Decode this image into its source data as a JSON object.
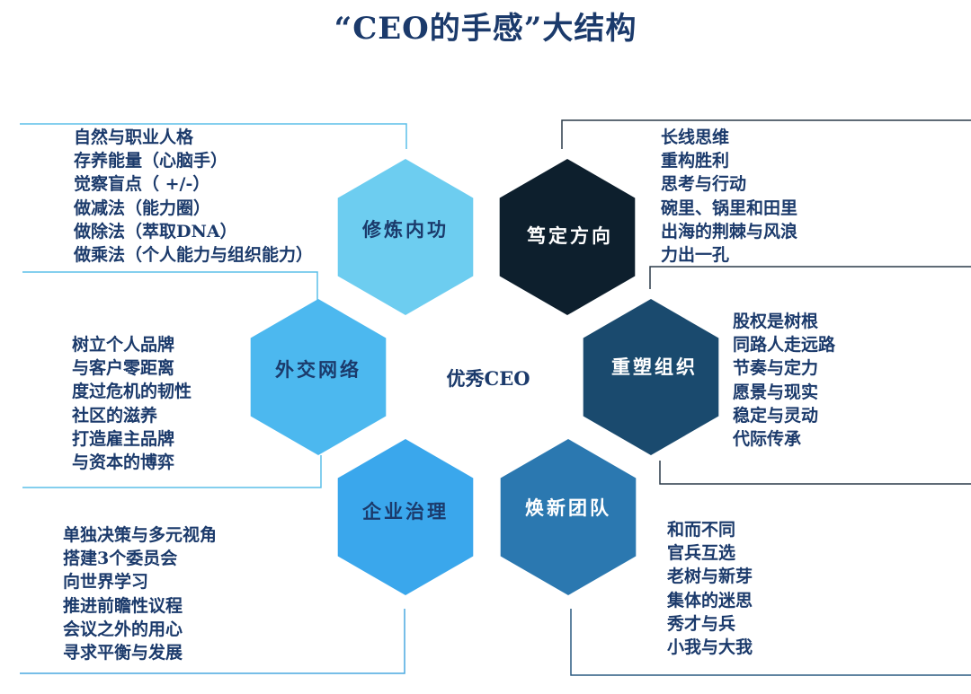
{
  "title": "“CEO的手感”大结构",
  "center_label": "优秀CEO",
  "colors": {
    "text": "#1b3a6b",
    "line_light": "#5bbfe8",
    "line_dark": "#2a3a48"
  },
  "pillars": [
    {
      "label": "修炼内功",
      "color": "#6dcdf0",
      "items": [
        "自然与职业人格",
        "存养能量（心脑手）",
        "觉察盲点（ +/-）",
        "做减法（能力圈）",
        "做除法（萃取DNA）",
        "做乘法（个人能力与组织能力）"
      ]
    },
    {
      "label": "笃定方向",
      "color": "#0d1f2d",
      "items": [
        "长线思维",
        "重构胜利",
        "思考与行动",
        "碗里、锅里和田里",
        "出海的荆棘与风浪",
        "力出一孔"
      ]
    },
    {
      "label": "外交网络",
      "color": "#4cb8ef",
      "items": [
        "树立个人品牌",
        "与客户零距离",
        "度过危机的韧性",
        "社区的滋养",
        "打造雇主品牌",
        "与资本的博弈"
      ]
    },
    {
      "label": "重塑组织",
      "color": "#1a4a6e",
      "items": [
        "股权是树根",
        "同路人走远路",
        "节奏与定力",
        "愿景与现实",
        "稳定与灵动",
        "代际传承"
      ]
    },
    {
      "label": "企业治理",
      "color": "#3aa7ec",
      "items": [
        "单独决策与多元视角",
        "搭建3个委员会",
        "向世界学习",
        "推进前瞻性议程",
        "会议之外的用心",
        "寻求平衡与发展"
      ]
    },
    {
      "label": "焕新团队",
      "color": "#2b78b0",
      "items": [
        "和而不同",
        "官兵互选",
        "老树与新芽",
        "集体的迷思",
        "秀才与兵",
        "小我与大我"
      ]
    }
  ]
}
